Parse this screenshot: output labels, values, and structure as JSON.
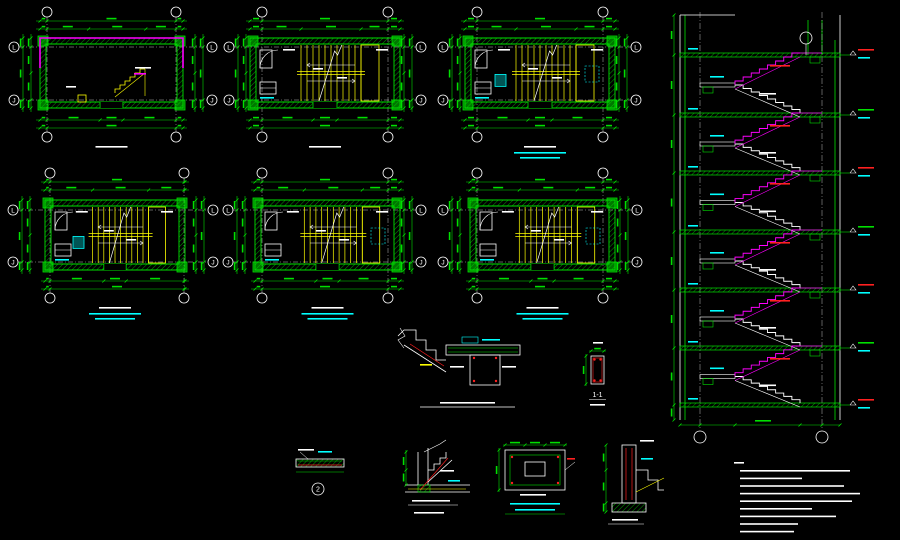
{
  "drawing": {
    "background": "#000000",
    "colors": {
      "wall": "#00e000",
      "grid_line": "#d0d0d0",
      "grid_bubble": "#ffffff",
      "stair": "#ffff00",
      "highlight": "#ff00ff",
      "note": "#00ffff",
      "rebar": "#ff2020",
      "text": "#ffffff",
      "dimension": "#00e000"
    }
  },
  "grid_labels": {
    "upper_axis": "L",
    "lower_axis": "J"
  },
  "section_labels": {
    "section_1_1": "1-1",
    "detail_2": "2"
  }
}
